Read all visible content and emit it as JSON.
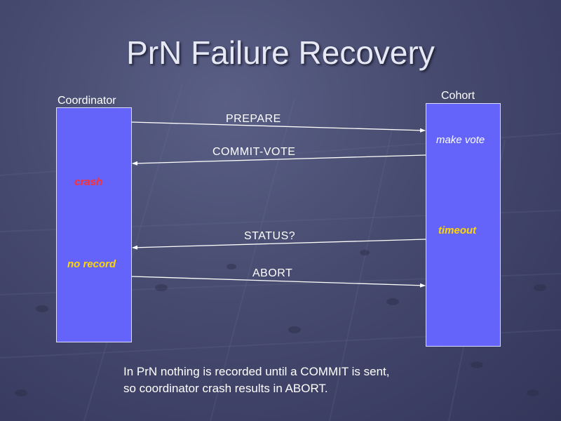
{
  "title": "PrN Failure Recovery",
  "coordinator": {
    "label": "Coordinator",
    "notes": [
      {
        "id": "crash",
        "text": "crash",
        "color": "#ff3030"
      },
      {
        "id": "no-record",
        "text": "no record",
        "color": "#ffd700"
      }
    ]
  },
  "cohort": {
    "label": "Cohort",
    "notes": [
      {
        "id": "make-vote",
        "text": "make vote",
        "color": "#ffffff"
      },
      {
        "id": "timeout",
        "text": "timeout",
        "color": "#ffd700"
      }
    ]
  },
  "messages": [
    {
      "id": "prepare",
      "text": "PREPARE",
      "direction": "to-cohort"
    },
    {
      "id": "commit-vote",
      "text": "COMMIT-VOTE",
      "direction": "to-coordinator"
    },
    {
      "id": "status",
      "text": "STATUS?",
      "direction": "to-coordinator"
    },
    {
      "id": "abort",
      "text": "ABORT",
      "direction": "to-cohort"
    }
  ],
  "caption": {
    "line1": "In PrN nothing is recorded until a COMMIT is sent,",
    "line2": "so coordinator crash results in ABORT."
  }
}
